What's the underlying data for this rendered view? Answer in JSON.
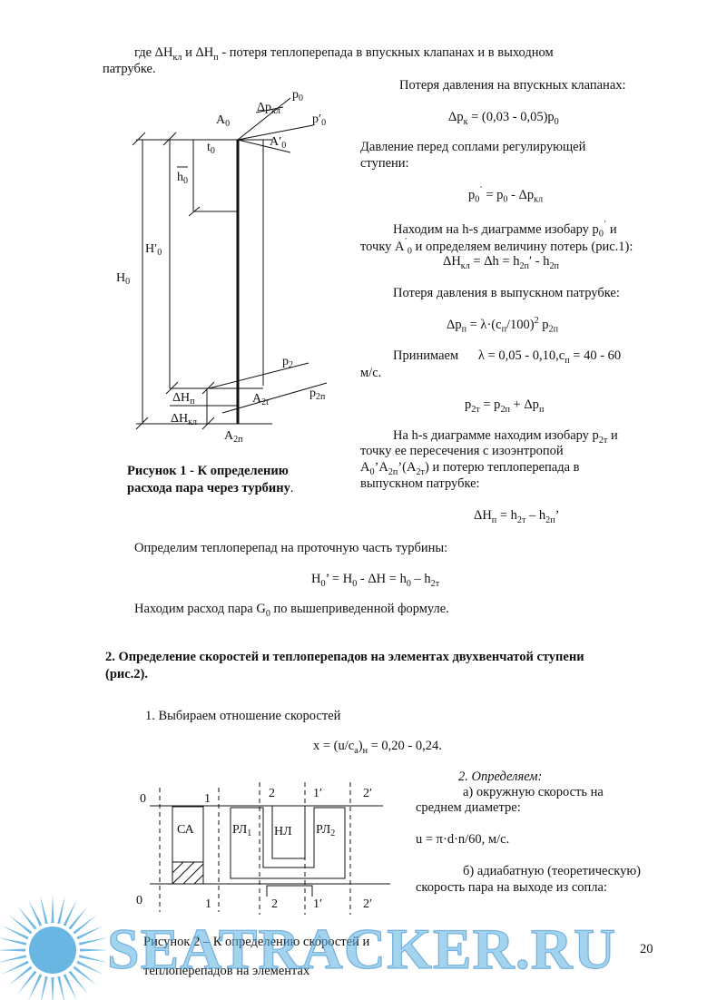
{
  "top_para": {
    "l1_a": "где ΔH",
    "l1_sub1": "кл",
    "l1_b": "  и ΔH",
    "l1_sub2": "п",
    "l1_c": " - потеря теплоперепада в впускных клапанах и в  выходном",
    "l2": "патрубке."
  },
  "right_col": {
    "p1": "Потеря давления на впускных клапанах:",
    "f1": "Δpк = (0,03 - 0,05)p0",
    "p2a": "Давление перед соплами регулирующей",
    "p2b": "ступени:",
    "f2": "p0΄ = p0 - Δpкл",
    "p3a": "Находим на h-s диаграмме изобару p0΄ и",
    "p3b": "точку A΄0 и определяем величину потерь (рис.1):",
    "f3": "ΔHкл = Δh = h2п′ - h2п",
    "p4": "Потеря давления в выпускном патрубке:",
    "f4": "Δpп = λ·(cп/100)² p2п",
    "p5a": "Принимаем      λ = 0,05 - 0,10,cп = 40 - 60",
    "p5b": "м/с.",
    "f5": "p2т = p2п + Δpп",
    "p6a": "На h-s диаграмме находим изобару p2т и",
    "p6b": "точку ее пересечения с изоэнтропой",
    "p6c": "A0’A2п’(A2т) и потерю теплоперепада в",
    "p6d": "выпускном патрубке:",
    "f6": "ΔHп = h2т – h2п’"
  },
  "fig1": {
    "caption1": "Рисунок 1 - К определению",
    "caption2": "расхода пара через турбину",
    "caption2_end": ".",
    "labels": {
      "p0": "p0",
      "dpkl": "Δpкл",
      "p0prime": "p′0",
      "A0": "A0",
      "A0prime": "A′0",
      "t0": "t0",
      "h0": "h0",
      "H0prime": "H′0",
      "H0": "H0",
      "p2": "p2",
      "p2p": "p2п",
      "dHp": "ΔHп",
      "A2t": "A2t",
      "dHkl": "ΔHкл",
      "A2p": "A2п"
    }
  },
  "mid": {
    "p7": "Определим теплоперепад на проточную часть турбины:",
    "f7": "H0’ = H0 - ΔH = h0 – h2т",
    "p8": "Находим расход пара G0 по вышеприведенной формуле."
  },
  "section2": {
    "heading1": "2. Определение скоростей и теплоперепадов на элементах двухвенчатой ступени",
    "heading2": "(рис.2).",
    "item1": "1. Выбираем отношение скоростей",
    "f8": "x = (u/cа)н = 0,20 - 0,24."
  },
  "fig2": {
    "top_labels": [
      "0",
      "1",
      "2",
      "1′",
      "2′"
    ],
    "bottom_labels": [
      "0",
      "1",
      "2",
      "1′",
      "2′"
    ],
    "CA": "СА",
    "RL1": "РЛ1",
    "NL": "НЛ",
    "RL2": "РЛ2",
    "caption1": "Рисунок 2 – К определению скоростей и",
    "caption2": "теплоперепадов на элементах"
  },
  "right2": {
    "heading": "2. Определяем:",
    "a1": "а) окружную скорость на",
    "a2": "среднем диаметре:",
    "f9": "u = π·d·n/60, м/с.",
    "b1": "б) адиабатную (теоретическую)",
    "b2": "скорость пара на выходе из сопла:"
  },
  "page_number": "20",
  "watermark": "SEATRACKER.RU",
  "colors": {
    "watermark": "#5aaee0",
    "text": "#111111"
  }
}
